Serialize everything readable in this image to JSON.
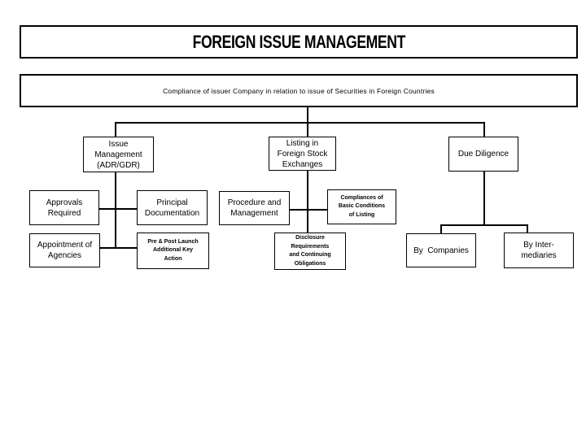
{
  "title": {
    "text": "FOREIGN ISSUE MANAGEMENT"
  },
  "subtitle": {
    "text": "Compliance of issuer Company in relation to issue of Securities in Foreign Countries"
  },
  "nodes": {
    "issue_management": "Issue\nManagement\n(ADR/GDR)",
    "listing": "Listing in\nForeign Stock\nExchanges",
    "due_diligence": "Due Diligence",
    "approvals_required": "Approvals\nRequired",
    "appointment_of_agencies": "Appointment of\nAgencies",
    "principal_documentation": "Principal\nDocumentation",
    "pre_post_launch": "Pre & Post Launch\nAdditional Key\nAction",
    "procedure_management": "Procedure and\nManagement",
    "compliances_listing": "Compliances of\nBasic Conditions\nof Listing",
    "disclosure_requirements": "Disclosure\nRequirements\nand Continuing\nObligations",
    "by_companies": "By  Companies",
    "by_intermediaries": "By Inter-\nmediaries"
  },
  "colors": {
    "background": "#ffffff",
    "border": "#000000",
    "connector": "#000000",
    "text": "#000000"
  }
}
